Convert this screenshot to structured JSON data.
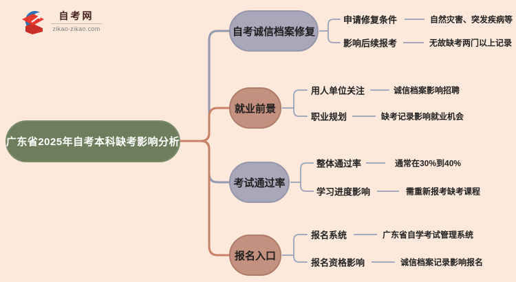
{
  "logo": {
    "site_name": "自考网",
    "site_url": "zikao-zikao.com",
    "icon": "graduation-cap-with-blue-crescent"
  },
  "root": {
    "label": "广东省2025年自考本科缺考影响分析"
  },
  "branches": [
    {
      "label": "自考诚信档案修复",
      "scheme": "gray",
      "children": [
        {
          "label": "申请修复条件",
          "leaf": "自然灾害、突发疾病等"
        },
        {
          "label": "影响后续报考",
          "leaf": "无故缺考两门以上记录"
        }
      ]
    },
    {
      "label": "就业前景",
      "scheme": "tan",
      "children": [
        {
          "label": "用人单位关注",
          "leaf": "诚信档案影响招聘"
        },
        {
          "label": "职业规划",
          "leaf": "缺考记录影响就业机会"
        }
      ]
    },
    {
      "label": "考试通过率",
      "scheme": "gray",
      "children": [
        {
          "label": "整体通过率",
          "leaf": "通常在30%到40%"
        },
        {
          "label": "学习进度影响",
          "leaf": "需重新报考缺考课程"
        }
      ]
    },
    {
      "label": "报名入口",
      "scheme": "tan",
      "children": [
        {
          "label": "报名系统",
          "leaf": "广东省自学考试管理系统"
        },
        {
          "label": "报名资格影响",
          "leaf": "诚信档案记录影响报名"
        }
      ]
    }
  ],
  "colors": {
    "background": "#fce9dc",
    "root_fill": "#6e7e5c",
    "root_border": "#7b8a68",
    "root_text": "#ffffff",
    "gray_fill": "#a8a8ba",
    "gray_border": "#9595ac",
    "tan_fill": "#c49080",
    "tan_border": "#b07c68",
    "tan_line": "#ca8168",
    "gray_line": "#9399ae",
    "sub_line": "#a2a8bd",
    "node_text": "#1e1e1e",
    "logo_red": "#e8392f",
    "logo_blue": "#2b72b4",
    "logo_title_text": "#43211d",
    "logo_url_text": "#7d7d7d"
  }
}
